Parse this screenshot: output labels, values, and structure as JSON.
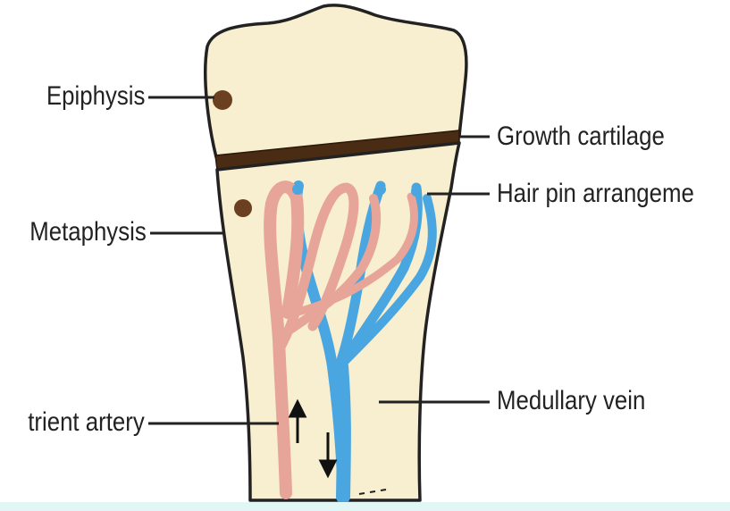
{
  "labels": {
    "epiphysis": "Epiphysis",
    "growth_cartilage": "Growth cartilage",
    "hair_pin": "Hair pin arrangeme",
    "metaphysis": "Metaphysis",
    "nutrient_artery": "trient artery",
    "medullary_vein": "Medullary vein"
  },
  "colors": {
    "bone": "#f7efcf",
    "outline": "#222222",
    "cartilage": "#4a2c14",
    "artery": "#e6a598",
    "vein": "#4aa6e0",
    "spot": "#6a4020",
    "bottom_band": "#e2f6f5"
  }
}
